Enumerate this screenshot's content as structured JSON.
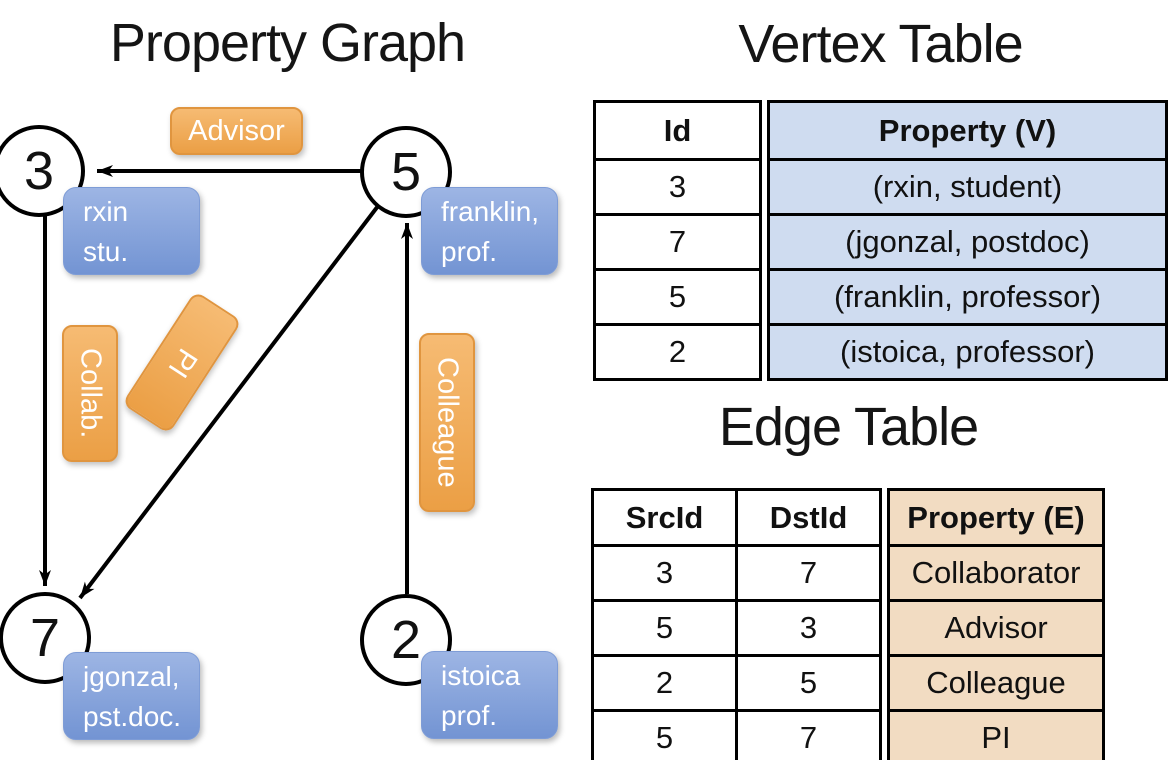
{
  "graph": {
    "title": "Property Graph",
    "nodes": {
      "n3": {
        "id": "3",
        "line1": "rxin",
        "line2": "stu."
      },
      "n5": {
        "id": "5",
        "line1": "franklin,",
        "line2": "prof."
      },
      "n7": {
        "id": "7",
        "line1": "jgonzal,",
        "line2": "pst.doc."
      },
      "n2": {
        "id": "2",
        "line1": "istoica",
        "line2": "prof."
      }
    },
    "edges": [
      {
        "src": "5",
        "dst": "3",
        "label": "Advisor"
      },
      {
        "src": "3",
        "dst": "7",
        "label": "Collab."
      },
      {
        "src": "5",
        "dst": "7",
        "label": "PI"
      },
      {
        "src": "2",
        "dst": "5",
        "label": "Colleague"
      }
    ]
  },
  "vertex_table": {
    "title": "Vertex Table",
    "columns": {
      "id": "Id",
      "property": "Property (V)"
    },
    "rows": [
      {
        "id": "3",
        "property": "(rxin, student)"
      },
      {
        "id": "7",
        "property": "(jgonzal, postdoc)"
      },
      {
        "id": "5",
        "property": "(franklin, professor)"
      },
      {
        "id": "2",
        "property": "(istoica, professor)"
      }
    ]
  },
  "edge_table": {
    "title": "Edge Table",
    "columns": {
      "src": "SrcId",
      "dst": "DstId",
      "property": "Property (E)"
    },
    "rows": [
      {
        "src": "3",
        "dst": "7",
        "property": "Collaborator"
      },
      {
        "src": "5",
        "dst": "3",
        "property": "Advisor"
      },
      {
        "src": "2",
        "dst": "5",
        "property": "Colleague"
      },
      {
        "src": "5",
        "dst": "7",
        "property": "PI"
      }
    ]
  },
  "colors": {
    "edge_label_orange": "#efa64c",
    "vertex_label_blue": "#7f9fd8",
    "vertex_table_fill": "#cfdcf0",
    "edge_table_fill": "#f2dcc2",
    "line_black": "#000000"
  }
}
